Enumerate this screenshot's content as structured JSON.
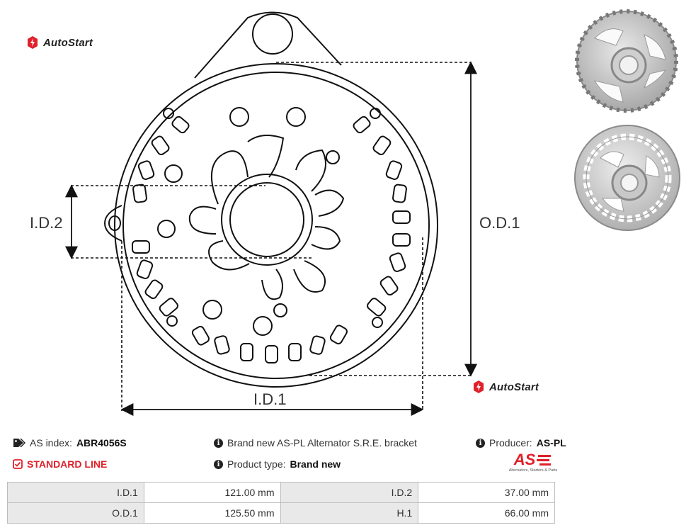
{
  "brand": {
    "name": "AutoStart"
  },
  "diagram": {
    "labels": {
      "id1": "I.D.1",
      "id2": "I.D.2",
      "od1": "O.D.1"
    }
  },
  "info": {
    "as_index_label": "AS index:",
    "as_index_value": "ABR4056S",
    "line_label": "STANDARD LINE",
    "description": "Brand new AS-PL Alternator S.R.E. bracket",
    "product_type_label": "Product type:",
    "product_type_value": "Brand new",
    "producer_label": "Producer:",
    "producer_value": "AS-PL"
  },
  "producer_logo": {
    "mark": "AS",
    "tagline": "Alternators, Starters & Parts"
  },
  "specs": [
    [
      {
        "label": "I.D.1",
        "value": "121.00 mm"
      },
      {
        "label": "I.D.2",
        "value": "37.00 mm"
      }
    ],
    [
      {
        "label": "O.D.1",
        "value": "125.50 mm"
      },
      {
        "label": "H.1",
        "value": "66.00 mm"
      }
    ]
  ],
  "colors": {
    "accent": "#e0202a",
    "line": "#111111",
    "cell_label_bg": "#e9e9e9"
  }
}
